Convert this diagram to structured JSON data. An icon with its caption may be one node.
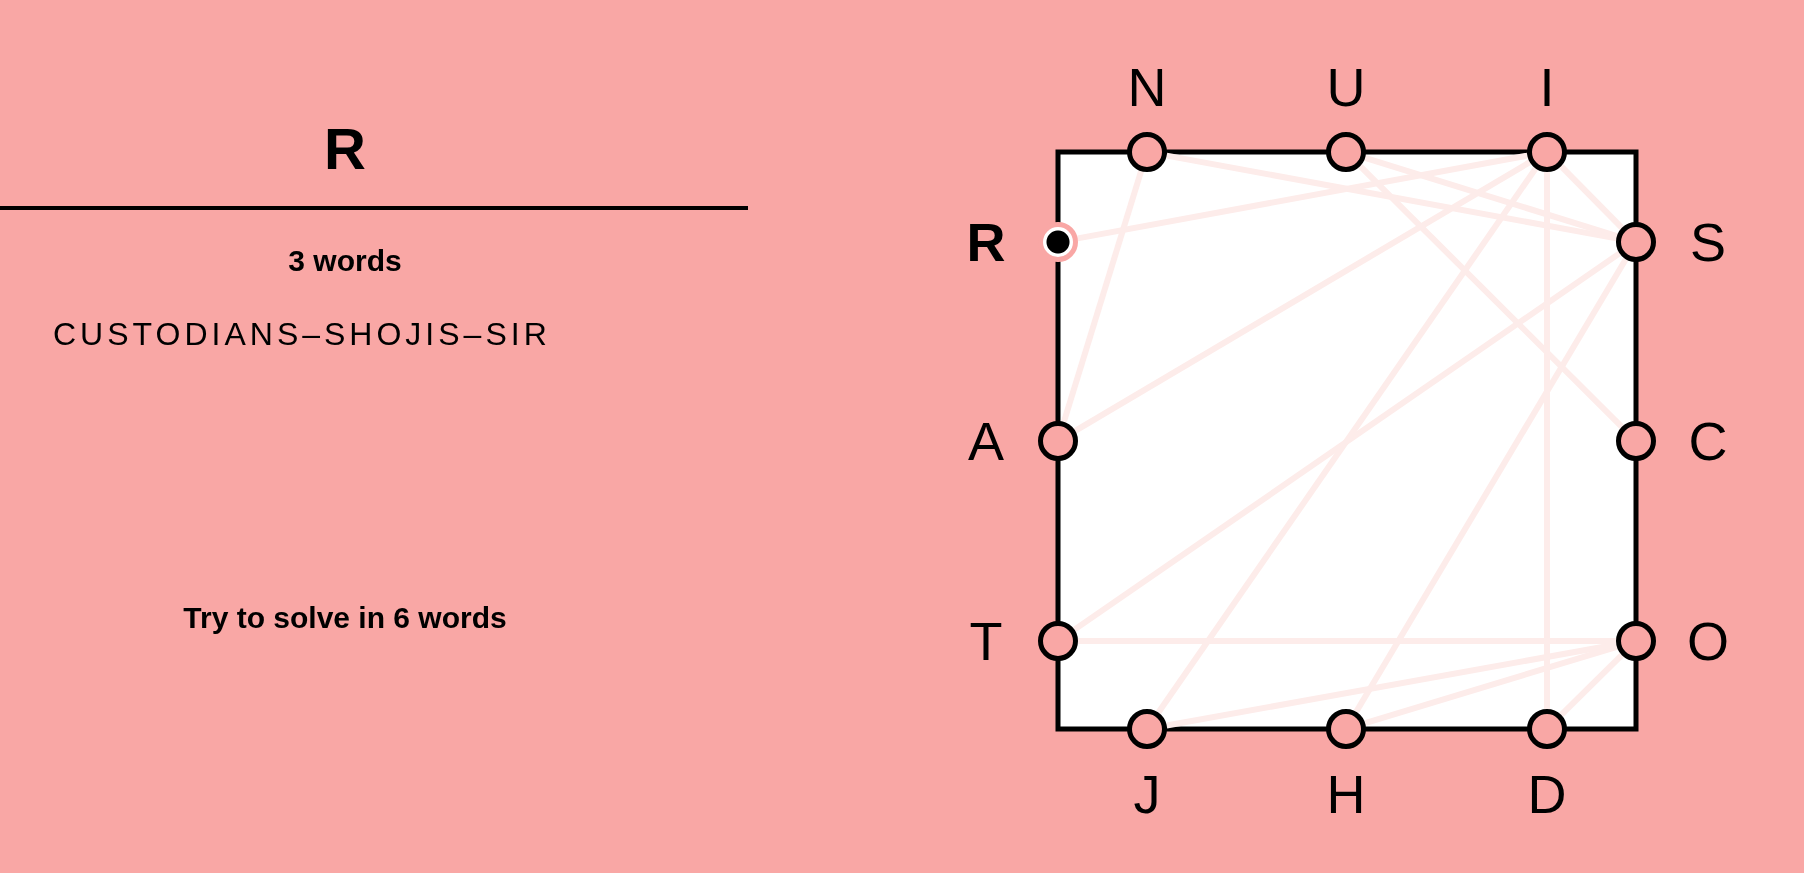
{
  "diagram": {
    "nodes": [
      {
        "text": [
          "N"
        ]
      },
      {
        "text": [
          "U"
        ]
      },
      {
        "text": [
          "I"
        ]
      },
      {
        "text": [
          "R"
        ]
      },
      {
        "text": [
          "S"
        ]
      },
      {
        "text": [
          "A"
        ]
      },
      {
        "text": [
          "C"
        ]
      },
      {
        "text": [
          "T"
        ]
      },
      {
        "text": [
          "O"
        ]
      },
      {
        "text": [
          "J"
        ]
      },
      {
        "text": [
          "H"
        ]
      },
      {
        "text": [
          "D"
        ]
      }
    ],
    "edges": [
      {
        "from": 6,
        "to": 1,
        "arrow": "none"
      },
      {
        "from": 1,
        "to": 4,
        "arrow": "none"
      },
      {
        "from": 4,
        "to": 7,
        "arrow": "none"
      },
      {
        "from": 7,
        "to": 8,
        "arrow": "none"
      },
      {
        "from": 8,
        "to": 11,
        "arrow": "none"
      },
      {
        "from": 11,
        "to": 2,
        "arrow": "none"
      },
      {
        "from": 2,
        "to": 5,
        "arrow": "none"
      },
      {
        "from": 5,
        "to": 0,
        "arrow": "none"
      },
      {
        "from": 0,
        "to": 4,
        "arrow": "none"
      },
      {
        "from": 4,
        "to": 10,
        "arrow": "none"
      },
      {
        "from": 10,
        "to": 8,
        "arrow": "none"
      },
      {
        "from": 8,
        "to": 9,
        "arrow": "none"
      },
      {
        "from": 9,
        "to": 2,
        "arrow": "none"
      },
      {
        "from": 2,
        "to": 4,
        "arrow": "none"
      },
      {
        "from": 2,
        "to": 3,
        "arrow": "none"
      }
    ],
    "labels": [
      "R",
      "3 words",
      "CUSTODIANS–SHOJIS–SIR",
      "Try to solve in 6 words"
    ]
  }
}
